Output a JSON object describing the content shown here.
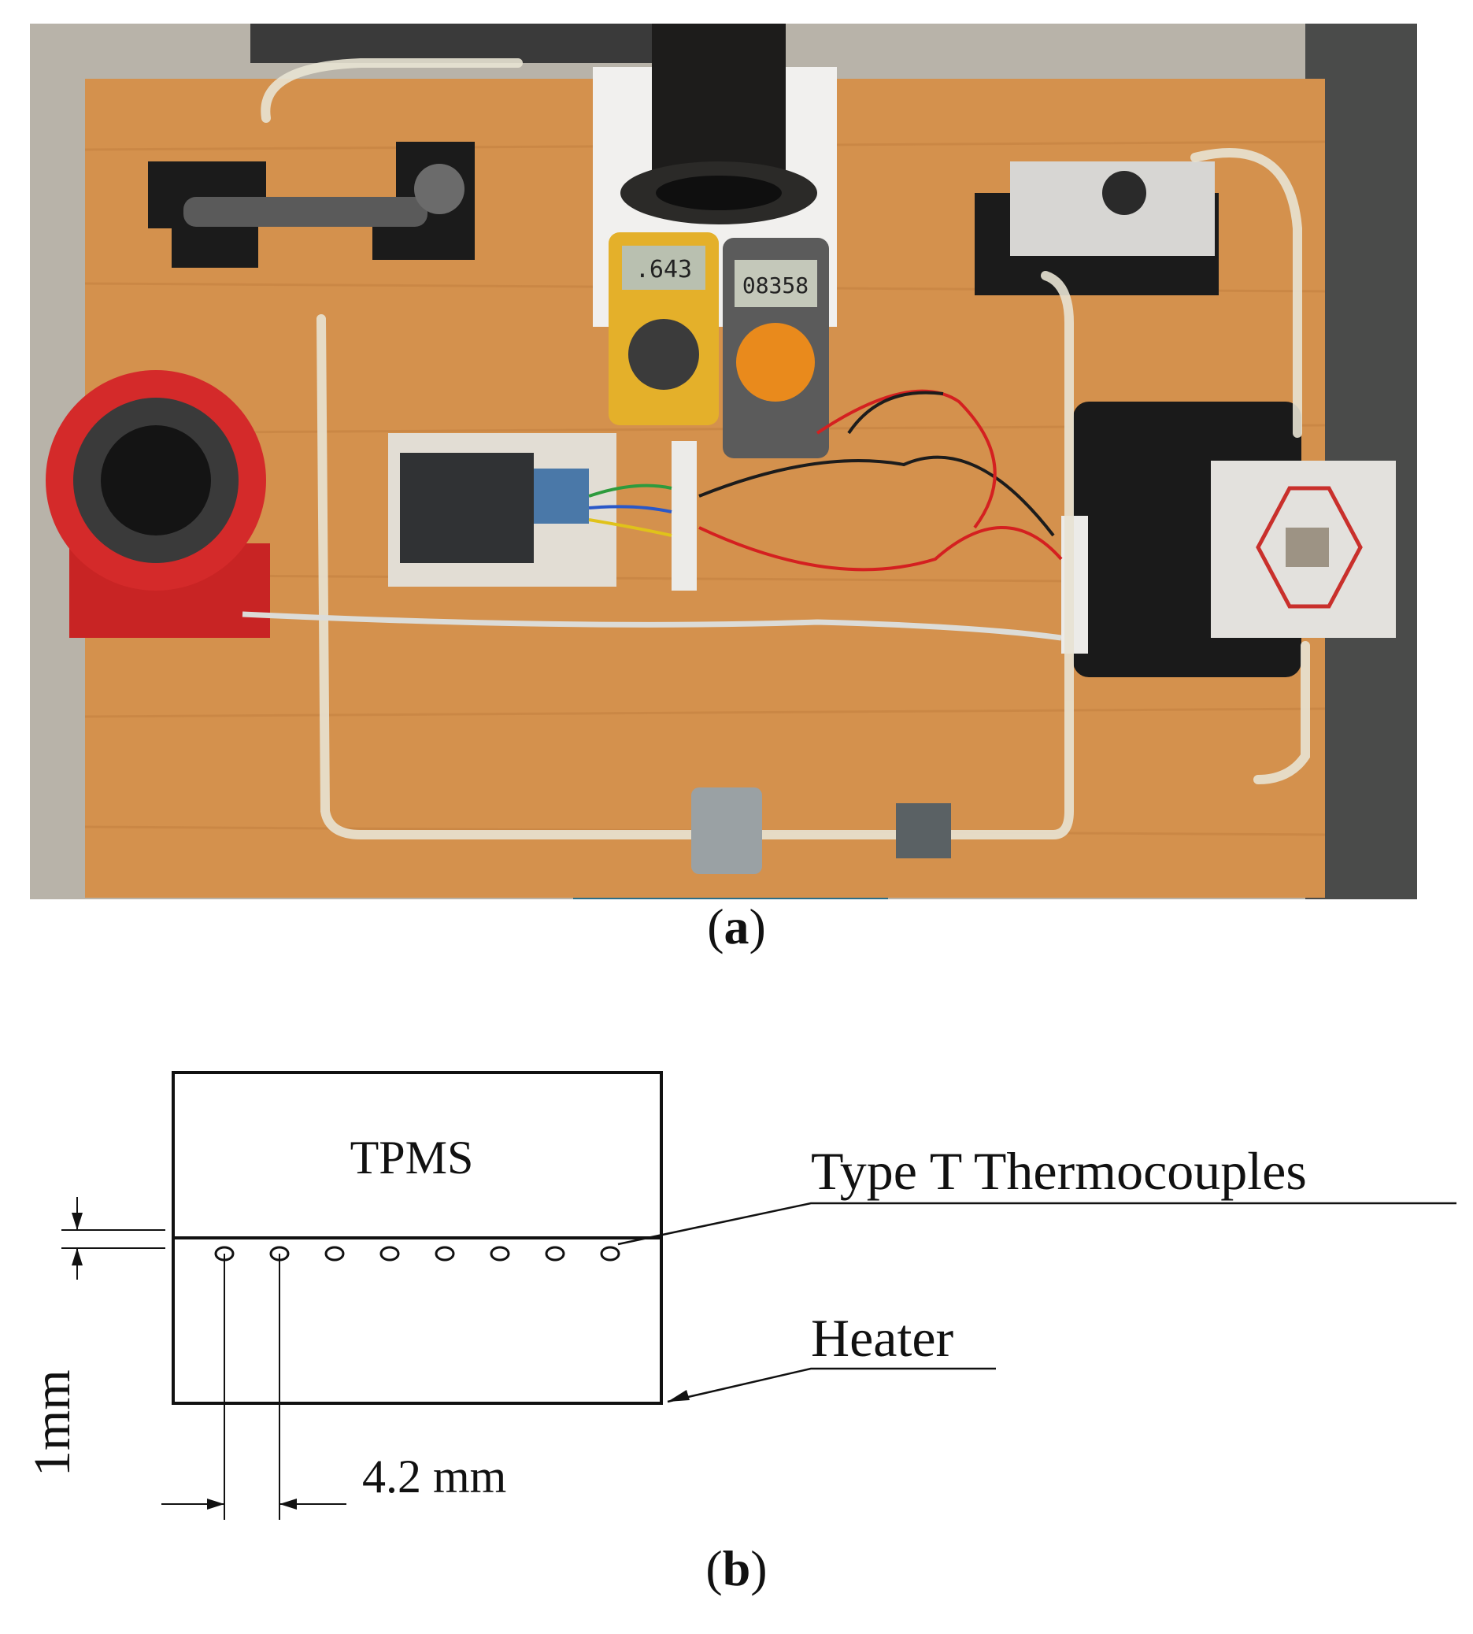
{
  "figure_a": {
    "caption_open": "(",
    "caption_letter": "a",
    "caption_close": ")",
    "meter_left_reading": ".643",
    "meter_right_reading": "08358",
    "colors": {
      "table": "#d4914d",
      "heater_red": "#d42a2a",
      "meter_yellow": "#e4b02a",
      "meter_orange": "#e98a1c",
      "tubing": "#e6e2d4",
      "floor": "#b9b4aa"
    }
  },
  "figure_b": {
    "caption_open": "(",
    "caption_letter": "b",
    "caption_close": ")",
    "block_label": "TPMS",
    "thermocouple_label": "Type T Thermocouples",
    "heater_label": "Heater",
    "depth_dim_label": "1mm",
    "spacing_dim_label": "4.2 mm",
    "thermocouple_count": 8
  }
}
